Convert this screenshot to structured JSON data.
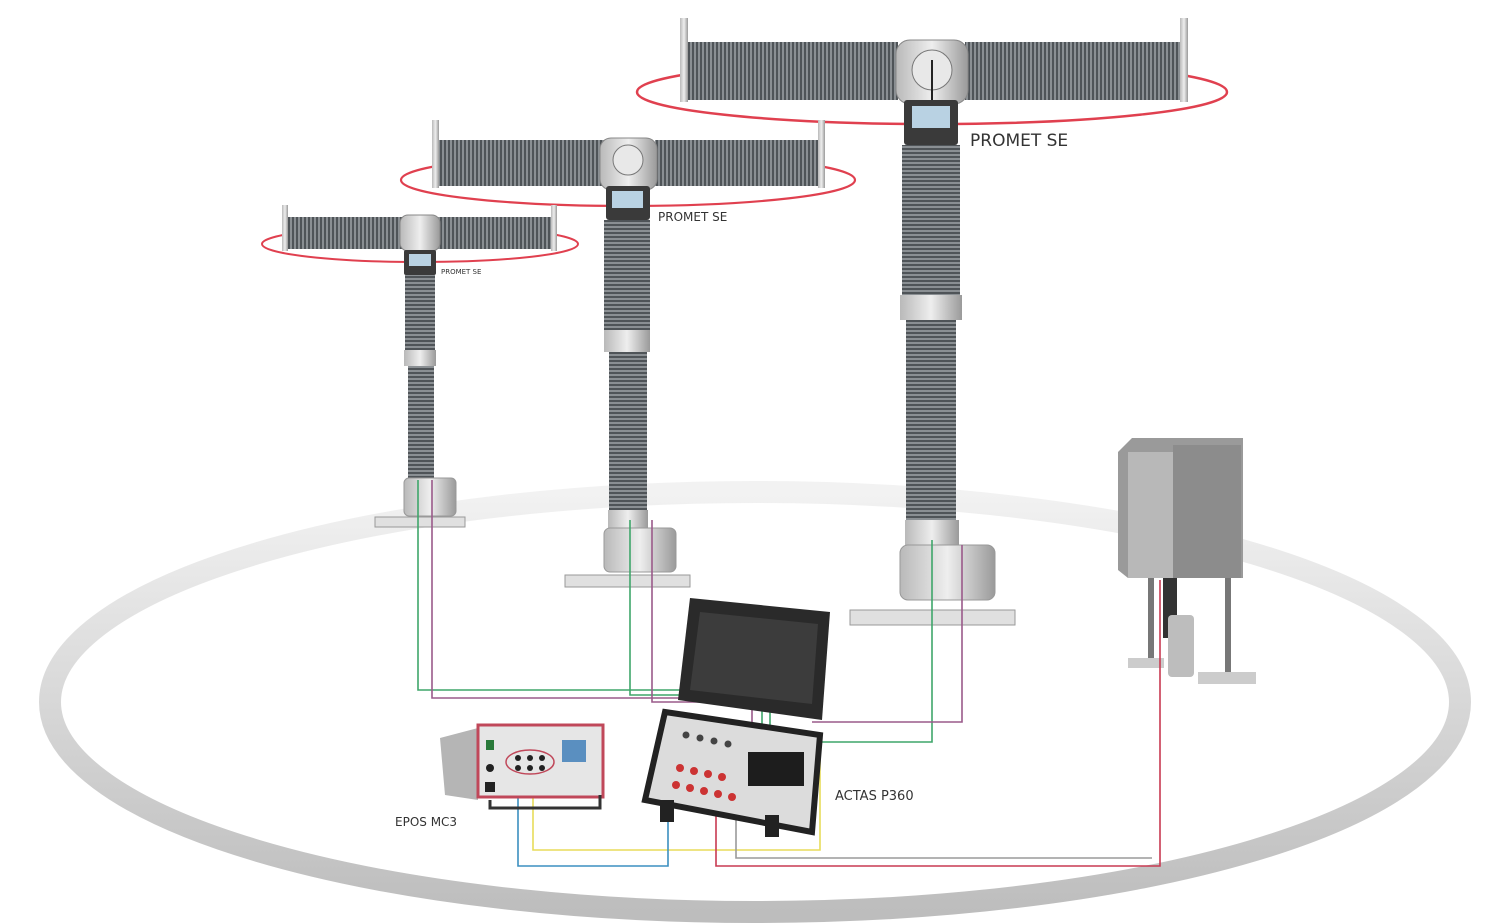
{
  "labels": {
    "breaker_large": "PROMET SE",
    "breaker_medium": "PROMET SE",
    "breaker_small": "PROMET SE",
    "actas": "ACTAS P360",
    "epos": "EPOS MC3"
  },
  "colors": {
    "loop": "#e0404f",
    "wire_green": "#3fa66a",
    "wire_purple": "#9a5a8a",
    "wire_yellow": "#e8dc5a",
    "wire_blue": "#3c8fc0",
    "wire_red": "#c83a52",
    "insulator": "#6f7478"
  }
}
